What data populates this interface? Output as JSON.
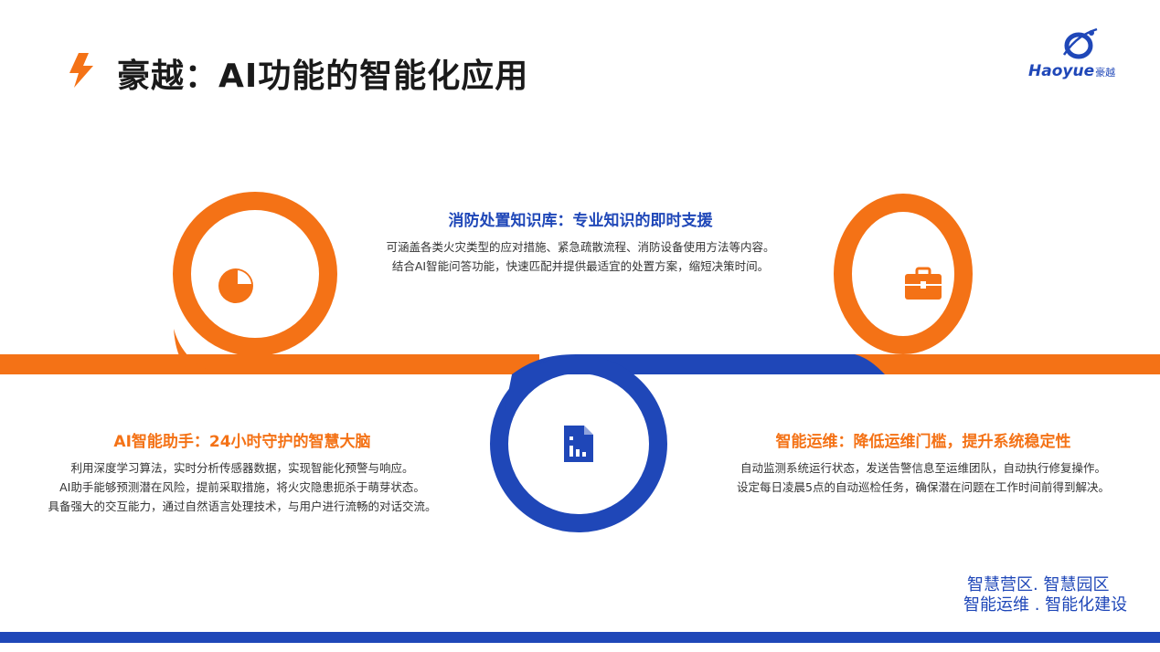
{
  "header": {
    "title": "豪越：AI功能的智能化应用",
    "logo": {
      "text": "Haoyue",
      "text_cn": "豪越"
    }
  },
  "colors": {
    "accent_orange": "#f47216",
    "accent_blue": "#1f47b8"
  },
  "blocks": [
    {
      "heading": "消防处置知识库：专业知识的即时支援",
      "lines": [
        "可涵盖各类火灾类型的应对措施、紧急疏散流程、消防设备使用方法等内容。",
        "结合AI智能问答功能，快速匹配并提供最适宜的处置方案，缩短决策时间。"
      ],
      "icon": "pie-chart-icon"
    },
    {
      "heading": "AI智能助手：24小时守护的智慧大脑",
      "lines": [
        "利用深度学习算法，实时分析传感器数据，实现智能化预警与响应。",
        "AI助手能够预测潜在风险，提前采取措施，将火灾隐患扼杀于萌芽状态。",
        "具备强大的交互能力，通过自然语言处理技术，与用户进行流畅的对话交流。"
      ],
      "icon": "document-chart-icon"
    },
    {
      "heading": "智能运维：降低运维门槛，提升系统稳定性",
      "lines": [
        "自动监测系统运行状态，发送告警信息至运维团队，自动执行修复操作。",
        "设定每日凌晨5点的自动巡检任务，确保潜在问题在工作时间前得到解决。"
      ],
      "icon": "briefcase-icon"
    }
  ],
  "footer": {
    "slogan_line1": "智慧营区. 智慧园区",
    "slogan_line2": "智能运维 . 智能化建设"
  }
}
